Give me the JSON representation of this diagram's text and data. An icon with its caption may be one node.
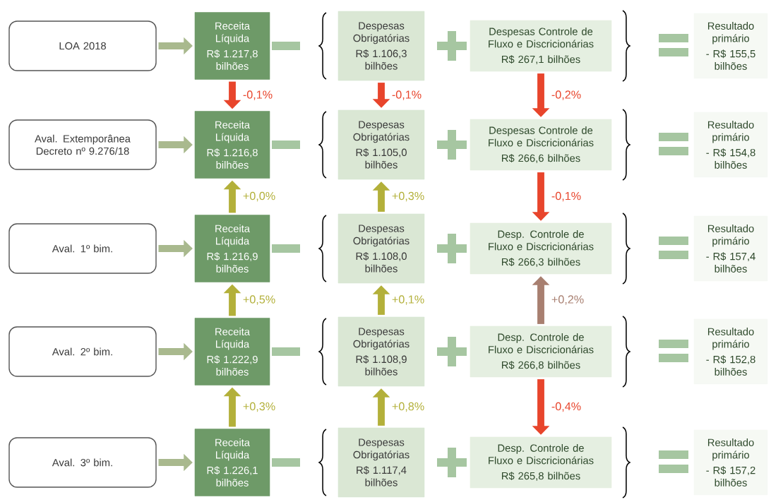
{
  "diagram": {
    "nodes": [
      {
        "text": [
          "LOA 2018"
        ]
      },
      {
        "text": [
          "Receita Líquida",
          "R$ 1.217,8 bilhões"
        ]
      },
      {
        "text": [
          "Despesas Obrigatórias",
          "R$ 1.106,3 bilhões"
        ]
      },
      {
        "text": [
          "Despesas Controle de Fluxo e Discricionárias",
          "R$ 267,1 bilhões"
        ]
      },
      {
        "text": [
          "Resultado primário",
          "- R$ 155,5 bilhões"
        ]
      },
      {
        "text": [
          "Aval. Extemporânea Decreto nº 9.276/18"
        ]
      },
      {
        "text": [
          "Receita Líquida",
          "R$ 1.216,8 bilhões"
        ]
      },
      {
        "text": [
          "Despesas Obrigatórias",
          "R$ 1.105,0 bilhões"
        ]
      },
      {
        "text": [
          "Despesas Controle de Fluxo e Discricionárias",
          "R$ 266,6 bilhões"
        ]
      },
      {
        "text": [
          "Resultado primário",
          "- R$ 154,8 bilhões"
        ]
      },
      {
        "text": [
          "Aval. 1º bim."
        ]
      },
      {
        "text": [
          "Receita Líquida",
          "R$ 1.216,9 bilhões"
        ]
      },
      {
        "text": [
          "Despesas Obrigatórias",
          "R$ 1.108,0 bilhões"
        ]
      },
      {
        "text": [
          "Desp. Controle de Fluxo e Discricionárias",
          "R$ 266,3 bilhões"
        ]
      },
      {
        "text": [
          "Resultado primário",
          "- R$ 157,4 bilhões"
        ]
      },
      {
        "text": [
          "Aval. 2º bim."
        ]
      },
      {
        "text": [
          "Receita Líquida",
          "R$ 1.222,9 bilhões"
        ]
      },
      {
        "text": [
          "Despesas Obrigatórias",
          "R$ 1.108,9 bilhões"
        ]
      },
      {
        "text": [
          "Desp. Controle de Fluxo e Discricionárias",
          "R$ 266,8 bilhões"
        ]
      },
      {
        "text": [
          "Resultado primário",
          "- R$ 152,8 bilhões"
        ]
      },
      {
        "text": [
          "Aval. 3º bim."
        ]
      },
      {
        "text": [
          "Receita Líquida",
          "R$ 1.226,1 bilhões"
        ]
      },
      {
        "text": [
          "Despesas Obrigatórias",
          "R$ 1.117,4 bilhões"
        ]
      },
      {
        "text": [
          "Desp. Controle de Fluxo e Discricionárias",
          "R$ 265,8 bilhões"
        ]
      },
      {
        "text": [
          "Resultado primário",
          "- R$ 157,2 bilhões"
        ]
      }
    ],
    "edges": [
      {
        "from": 0,
        "to": 1,
        "arrow": "to",
        "color": "#a9b98e"
      },
      {
        "from": 5,
        "to": 6,
        "arrow": "to",
        "color": "#a9b98e"
      },
      {
        "from": 10,
        "to": 11,
        "arrow": "to",
        "color": "#a9b98e"
      },
      {
        "from": 15,
        "to": 16,
        "arrow": "to",
        "color": "#a9b98e"
      },
      {
        "from": 20,
        "to": 21,
        "arrow": "to",
        "color": "#a9b98e"
      },
      {
        "from": 1,
        "to": 6,
        "arrow": "to",
        "label": "-0,1%",
        "color": "#e8452c"
      },
      {
        "from": 2,
        "to": 7,
        "arrow": "to",
        "label": "-0,1%",
        "color": "#e8452c"
      },
      {
        "from": 3,
        "to": 8,
        "arrow": "to",
        "label": "-0,2%",
        "color": "#e8452c"
      },
      {
        "from": 11,
        "to": 6,
        "arrow": "to",
        "label": "+0,0%"
      },
      {
        "from": 12,
        "to": 7,
        "arrow": "to",
        "label": "+0,3%"
      },
      {
        "from": 8,
        "to": 13,
        "arrow": "to",
        "label": "-0,1%",
        "color": "#e8452c"
      },
      {
        "from": 16,
        "to": 11,
        "arrow": "to",
        "label": "+0,5%"
      },
      {
        "from": 17,
        "to": 12,
        "arrow": "to",
        "label": "+0,1%"
      },
      {
        "from": 18,
        "to": 13,
        "arrow": "to",
        "label": "+0,2%",
        "color": "#a87f70"
      },
      {
        "from": 21,
        "to": 16,
        "arrow": "to",
        "label": "+0,3%"
      },
      {
        "from": 22,
        "to": 17,
        "arrow": "to",
        "label": "+0,8%"
      },
      {
        "from": 18,
        "to": 23,
        "arrow": "to",
        "label": "-0,4%",
        "color": "#e8452c"
      }
    ]
  }
}
